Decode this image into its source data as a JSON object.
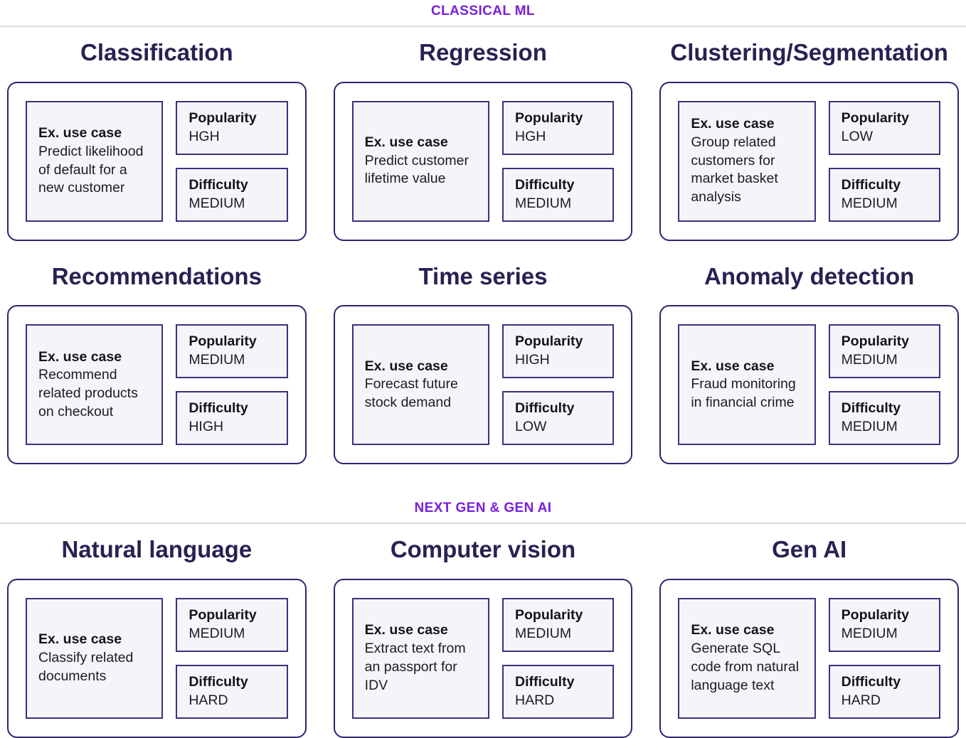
{
  "colors": {
    "section_label": "#7a1fd9",
    "card_title": "#272253",
    "card_border": "#2b2670",
    "inner_box_border": "#3a327f",
    "inner_box_bg": "#f5f4fb",
    "divider": "#dadae0",
    "body_text": "#1c1c1c"
  },
  "labels": {
    "use_case": "Ex. use case",
    "popularity": "Popularity",
    "difficulty": "Difficulty"
  },
  "sections": [
    {
      "label": "CLASSICAL ML",
      "cards": [
        {
          "title": "Classification",
          "use_case": "Predict likelihood of default for a new customer",
          "popularity": "HGH",
          "difficulty": "MEDIUM"
        },
        {
          "title": "Regression",
          "use_case": "Predict customer lifetime value",
          "popularity": "HGH",
          "difficulty": "MEDIUM"
        },
        {
          "title": "Clustering/Segmentation",
          "use_case": "Group related customers for market basket analysis",
          "popularity": "LOW",
          "difficulty": "MEDIUM"
        },
        {
          "title": "Recommendations",
          "use_case": "Recommend related products on checkout",
          "popularity": "MEDIUM",
          "difficulty": "HIGH"
        },
        {
          "title": "Time series",
          "use_case": "Forecast future stock demand",
          "popularity": "HIGH",
          "difficulty": "LOW"
        },
        {
          "title": "Anomaly detection",
          "use_case": "Fraud monitoring in financial crime",
          "popularity": "MEDIUM",
          "difficulty": "MEDIUM"
        }
      ]
    },
    {
      "label": "NEXT GEN & GEN AI",
      "cards": [
        {
          "title": "Natural language",
          "use_case": "Classify related documents",
          "popularity": "MEDIUM",
          "difficulty": "HARD"
        },
        {
          "title": "Computer vision",
          "use_case": "Extract text from an passport for IDV",
          "popularity": "MEDIUM",
          "difficulty": "HARD"
        },
        {
          "title": "Gen AI",
          "use_case": "Generate SQL code from natural language text",
          "popularity": "MEDIUM",
          "difficulty": "HARD"
        }
      ]
    }
  ]
}
